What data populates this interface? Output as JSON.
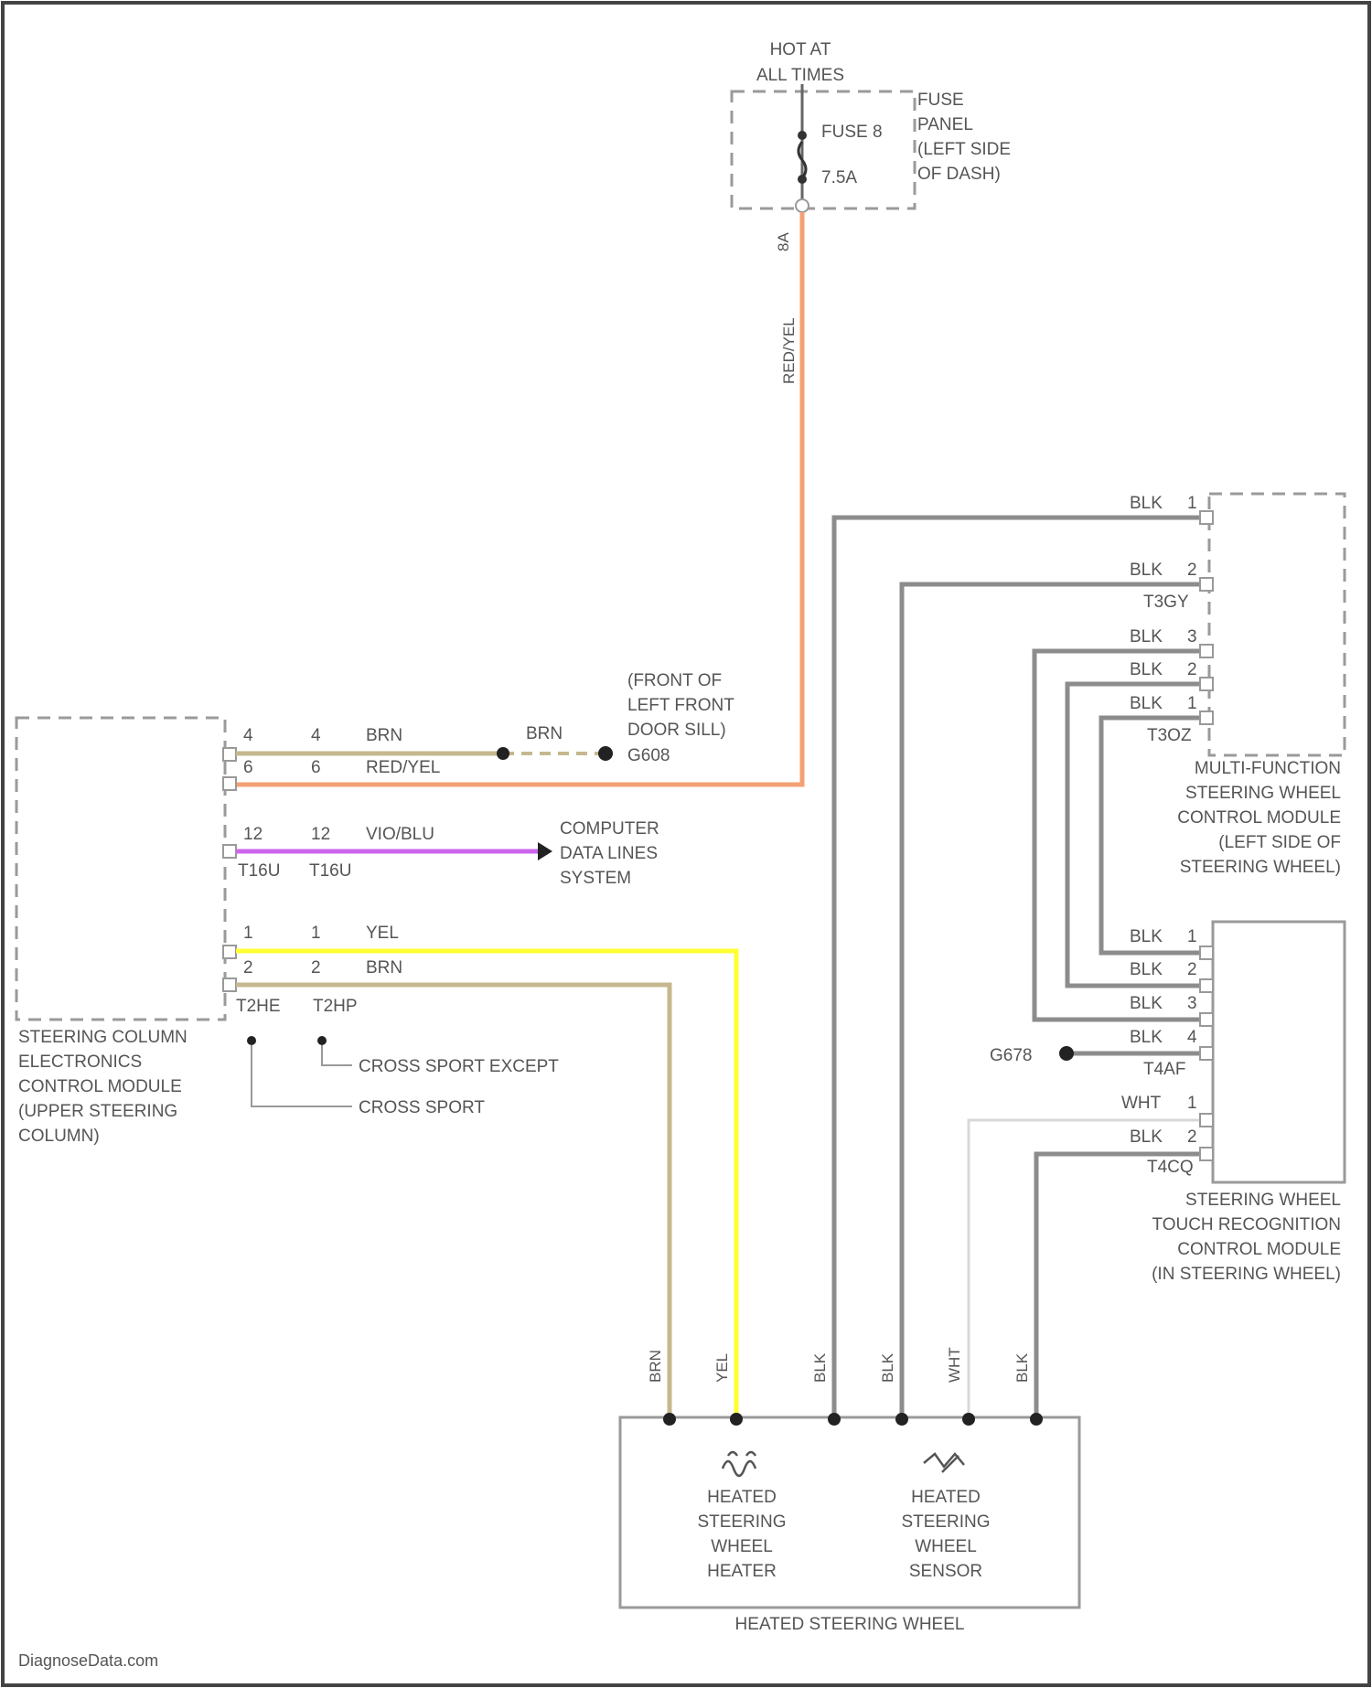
{
  "fuse_panel": {
    "hot_line1": "HOT AT",
    "hot_line2": "ALL TIMES",
    "fuse_name": "FUSE 8",
    "fuse_rating": "7.5A",
    "fuse_pin": "8A",
    "panel_label": [
      "FUSE",
      "PANEL",
      "(LEFT SIDE",
      "OF DASH)"
    ]
  },
  "columns_module": {
    "label": [
      "STEERING COLUMN",
      "ELECTRONICS",
      "CONTROL MODULE",
      "(UPPER STEERING",
      "COLUMN)"
    ]
  },
  "mfsw_module": {
    "label": [
      "MULTI-FUNCTION",
      "STEERING WHEEL",
      "CONTROL MODULE",
      "(LEFT SIDE OF",
      "STEERING WHEEL)"
    ],
    "pins": [
      {
        "wire": "BLK",
        "pin": "1"
      },
      {
        "wire": "BLK",
        "pin": "2"
      },
      {
        "wire": "BLK",
        "pin": "3"
      },
      {
        "wire": "BLK",
        "pin": "2"
      },
      {
        "wire": "BLK",
        "pin": "1"
      }
    ],
    "conn_a": "T3GY",
    "conn_b": "T3OZ"
  },
  "touch_module": {
    "label": [
      "STEERING WHEEL",
      "TOUCH RECOGNITION",
      "CONTROL MODULE",
      "(IN STEERING WHEEL)"
    ],
    "pins": [
      {
        "wire": "BLK",
        "pin": "1"
      },
      {
        "wire": "BLK",
        "pin": "2"
      },
      {
        "wire": "BLK",
        "pin": "3"
      },
      {
        "wire": "BLK",
        "pin": "4"
      },
      {
        "wire": "WHT",
        "pin": "1"
      },
      {
        "wire": "BLK",
        "pin": "2"
      }
    ],
    "conn_a": "T4AF",
    "conn_b": "T4CQ",
    "ground": "G678"
  },
  "wires_left": {
    "r1": {
      "pin_a": "4",
      "pin_b": "4",
      "color": "BRN"
    },
    "r2": {
      "pin_a": "6",
      "pin_b": "6",
      "color": "RED/YEL"
    },
    "r3": {
      "pin_a": "12",
      "pin_b": "12",
      "color": "VIO/BLU"
    },
    "r3_conn_a": "T16U",
    "r3_conn_b": "T16U",
    "r4": {
      "pin_a": "1",
      "pin_b": "1",
      "color": "YEL"
    },
    "r5": {
      "pin_a": "2",
      "pin_b": "2",
      "color": "BRN"
    },
    "r5_conn_a": "T2HE",
    "r5_conn_b": "T2HP",
    "brn_after": "BRN",
    "ground_label": "G608",
    "ground_note": [
      "(FRONT OF",
      "LEFT FRONT",
      "DOOR SILL)"
    ],
    "data_lines": [
      "COMPUTER",
      "DATA LINES",
      "SYSTEM"
    ],
    "cross_sport_except": "CROSS SPORT EXCEPT",
    "cross_sport": "CROSS SPORT",
    "riser_label": "RED/YEL"
  },
  "heated_wheel": {
    "title": "HEATED STEERING WHEEL",
    "heater": [
      "HEATED",
      "STEERING",
      "WHEEL",
      "HEATER"
    ],
    "sensor": [
      "HEATED",
      "STEERING",
      "WHEEL",
      "SENSOR"
    ],
    "wire_labels": [
      "BRN",
      "YEL",
      "BLK",
      "BLK",
      "WHT",
      "BLK"
    ]
  },
  "colors": {
    "orange": "#f4a074",
    "violet": "#cc66ee",
    "yellow": "#ffff33",
    "tan": "#c6b88e",
    "gray": "#8c8c8c",
    "white_wire": "#d8d8d8"
  },
  "watermark": "DiagnoseData.com"
}
